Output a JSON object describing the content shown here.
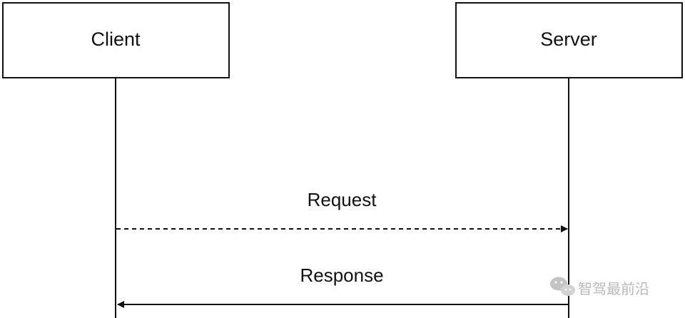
{
  "actors": [
    {
      "id": "client",
      "label": "Client"
    },
    {
      "id": "server",
      "label": "Server"
    }
  ],
  "messages": [
    {
      "id": "request",
      "label": "Request",
      "from": "client",
      "to": "server",
      "style": "dashed"
    },
    {
      "id": "response",
      "label": "Response",
      "from": "server",
      "to": "client",
      "style": "solid"
    }
  ],
  "watermark": {
    "text": "智驾最前沿",
    "icon": "wechat-icon"
  },
  "colors": {
    "stroke": "#111111",
    "text": "#111111",
    "watermark": "#b9b9b9",
    "background": "#ffffff"
  }
}
